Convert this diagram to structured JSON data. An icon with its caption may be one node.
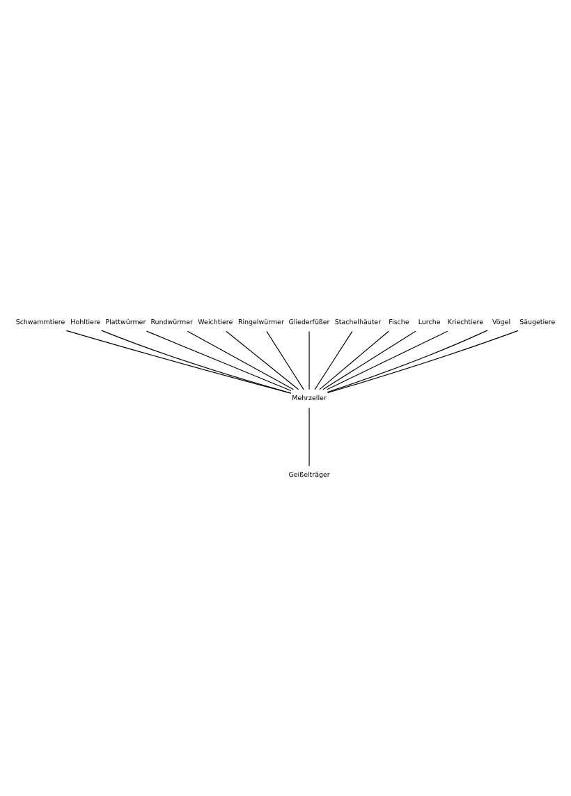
{
  "diagram": {
    "nodes": [
      {
        "text": [
          "Schwammtiere"
        ]
      },
      {
        "text": [
          "Hohltiere"
        ]
      },
      {
        "text": [
          "Plattwürmer"
        ]
      },
      {
        "text": [
          "Rundwürmer"
        ]
      },
      {
        "text": [
          "Weichtiere"
        ]
      },
      {
        "text": [
          "Ringelwürmer"
        ]
      },
      {
        "text": [
          "Gliederfüßer"
        ]
      },
      {
        "text": [
          "Stachelhäuter"
        ]
      },
      {
        "text": [
          "Fische"
        ]
      },
      {
        "text": [
          "Lurche"
        ]
      },
      {
        "text": [
          "Kriechtiere"
        ]
      },
      {
        "text": [
          "Vögel"
        ]
      },
      {
        "text": [
          "Säugetiere"
        ]
      },
      {
        "text": [
          "Mehrzeller"
        ]
      },
      {
        "text": [
          "Geißelträger"
        ]
      }
    ],
    "edges": [
      {
        "from": 13,
        "to": 0,
        "arrow": "none"
      },
      {
        "from": 13,
        "to": 1,
        "arrow": "none"
      },
      {
        "from": 13,
        "to": 2,
        "arrow": "none"
      },
      {
        "from": 13,
        "to": 3,
        "arrow": "none"
      },
      {
        "from": 13,
        "to": 4,
        "arrow": "none"
      },
      {
        "from": 13,
        "to": 5,
        "arrow": "none"
      },
      {
        "from": 13,
        "to": 6,
        "arrow": "none"
      },
      {
        "from": 13,
        "to": 7,
        "arrow": "none"
      },
      {
        "from": 13,
        "to": 8,
        "arrow": "none"
      },
      {
        "from": 13,
        "to": 9,
        "arrow": "none"
      },
      {
        "from": 13,
        "to": 10,
        "arrow": "none"
      },
      {
        "from": 13,
        "to": 11,
        "arrow": "none"
      },
      {
        "from": 13,
        "to": 12,
        "arrow": "none"
      },
      {
        "from": 14,
        "to": 13,
        "arrow": "none"
      }
    ]
  }
}
